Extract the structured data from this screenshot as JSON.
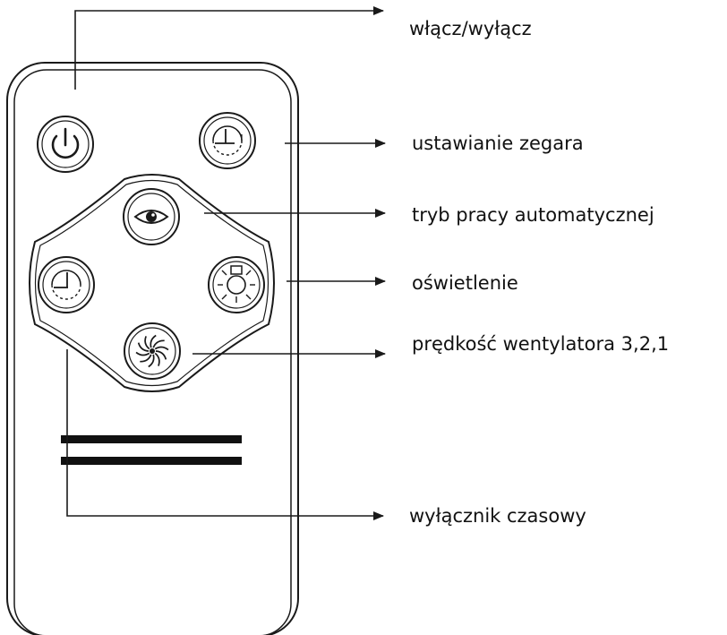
{
  "colors": {
    "ink": "#1a1a1a",
    "background": "#ffffff"
  },
  "labels": {
    "power": "włącz/wyłącz",
    "clock_setting": "ustawianie zegara",
    "auto_mode": "tryb pracy automatycznej",
    "lighting": "oświetlenie",
    "fan_speed": "prędkość wentylatora 3,2,1",
    "timer_switch": "wyłącznik czasowy"
  },
  "icons": {
    "power": "power-icon",
    "clock_setting": "clock-setting-icon",
    "auto_mode": "eye-icon",
    "timer": "timer-clock-icon",
    "lighting": "light-bulb-icon",
    "fan_speed": "fan-icon"
  }
}
